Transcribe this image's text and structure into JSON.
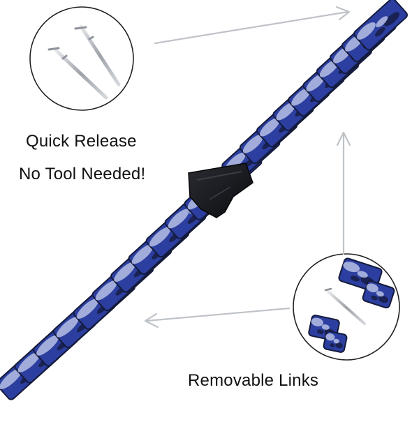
{
  "captions": {
    "quick_release": "Quick Release",
    "no_tool": "No Tool Needed!",
    "removable_links": "Removable Links"
  },
  "colors": {
    "background": "#ffffff",
    "text": "#111111",
    "resin_dark": "#141a3a",
    "resin_blue": "#2c3fa0",
    "resin_light": "#c9d2ef",
    "clasp": "#15161b",
    "arrow": "#bfc3c8",
    "circle_outline": "#222222",
    "pin": "#b9bcc2"
  },
  "icons": [
    "spring-bar-pin-icon",
    "watch-band-link-icon",
    "arrow-icon"
  ]
}
